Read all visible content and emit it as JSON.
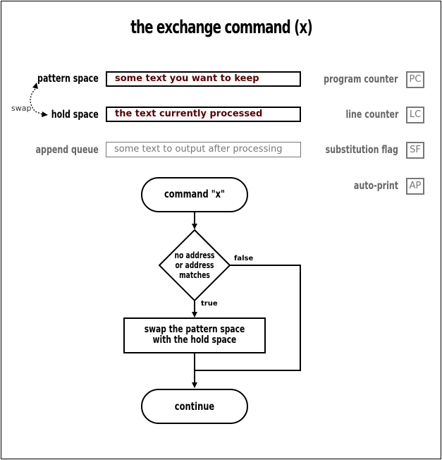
{
  "title": "the exchange command (x)",
  "registers": {
    "pattern_space": {
      "label": "pattern space",
      "value": "some text you want to keep"
    },
    "hold_space": {
      "label": "hold space",
      "value": "the text currently processed"
    },
    "append_queue": {
      "label": "append queue",
      "value": "some text to output after processing"
    },
    "swap_label": "swap"
  },
  "flags": [
    {
      "label": "program counter",
      "abbr": "PC"
    },
    {
      "label": "line counter",
      "abbr": "LC"
    },
    {
      "label": "substitution flag",
      "abbr": "SF"
    },
    {
      "label": "auto-print",
      "abbr": "AP"
    }
  ],
  "flowchart": {
    "start": "command \"x\"",
    "decision_line1": "no address",
    "decision_line2": "or address",
    "decision_line3": "matches",
    "true_label": "true",
    "false_label": "false",
    "action_line1": "swap the pattern space",
    "action_line2": "with the hold space",
    "end": "continue"
  }
}
